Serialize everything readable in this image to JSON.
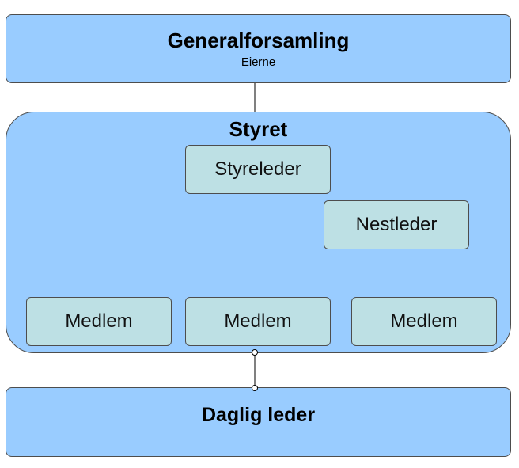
{
  "diagram": {
    "top": {
      "title": "Generalforsamling",
      "subtitle": "Eierne"
    },
    "board": {
      "title": "Styret",
      "chair": "Styreleder",
      "vice_chair": "Nestleder",
      "members": [
        "Medlem",
        "Medlem",
        "Medlem"
      ]
    },
    "bottom": {
      "title": "Daglig leder"
    }
  },
  "colors": {
    "outer_fill": "#99ccff",
    "inner_fill": "#bde0e4",
    "border": "#4d4d4d",
    "connector": "#000000"
  }
}
